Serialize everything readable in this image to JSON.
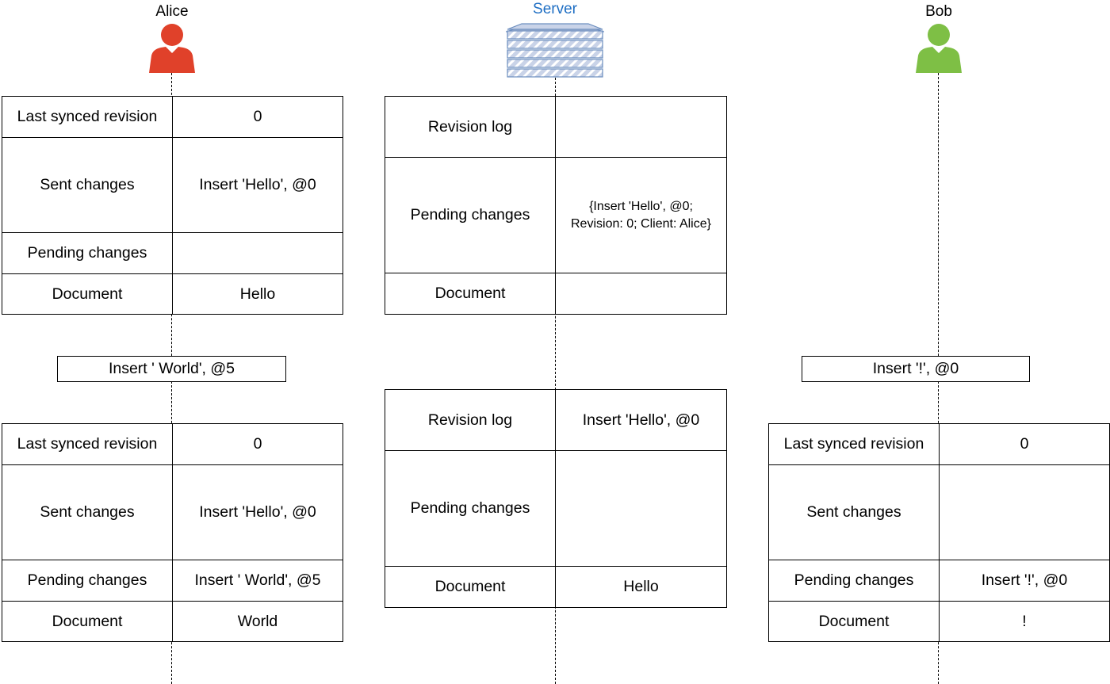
{
  "actors": {
    "alice": {
      "label": "Alice",
      "color": "#e0412a"
    },
    "server": {
      "label": "Server",
      "color": "#1f6fc4",
      "icon_fill": "#c9d3e8",
      "icon_stroke": "#6c8ebf"
    },
    "bob": {
      "label": "Bob",
      "color": "#7ebf45"
    }
  },
  "alice_state_1": {
    "rows": [
      {
        "label": "Last synced revision",
        "value": "0"
      },
      {
        "label": "Sent changes",
        "value": "Insert 'Hello', @0"
      },
      {
        "label": "Pending changes",
        "value": ""
      },
      {
        "label": "Document",
        "value": "Hello"
      }
    ]
  },
  "alice_operation": "Insert ' World', @5",
  "alice_state_2": {
    "rows": [
      {
        "label": "Last synced revision",
        "value": "0"
      },
      {
        "label": "Sent changes",
        "value": "Insert 'Hello', @0"
      },
      {
        "label": "Pending changes",
        "value": "Insert ' World', @5"
      },
      {
        "label": "Document",
        "value": "World"
      }
    ]
  },
  "server_state_1": {
    "rows": [
      {
        "label": "Revision log",
        "value": ""
      },
      {
        "label": "Pending changes",
        "value_line1": "{Insert 'Hello', @0;",
        "value_line2": "Revision: 0; Client: Alice}"
      },
      {
        "label": "Document",
        "value": ""
      }
    ]
  },
  "server_state_2": {
    "rows": [
      {
        "label": "Revision log",
        "value": "Insert 'Hello', @0"
      },
      {
        "label": "Pending changes",
        "value": ""
      },
      {
        "label": "Document",
        "value": "Hello"
      }
    ]
  },
  "bob_operation": "Insert '!', @0",
  "bob_state_1": {
    "rows": [
      {
        "label": "Last synced revision",
        "value": "0"
      },
      {
        "label": "Sent changes",
        "value": ""
      },
      {
        "label": "Pending changes",
        "value": "Insert '!', @0"
      },
      {
        "label": "Document",
        "value": "!"
      }
    ]
  }
}
